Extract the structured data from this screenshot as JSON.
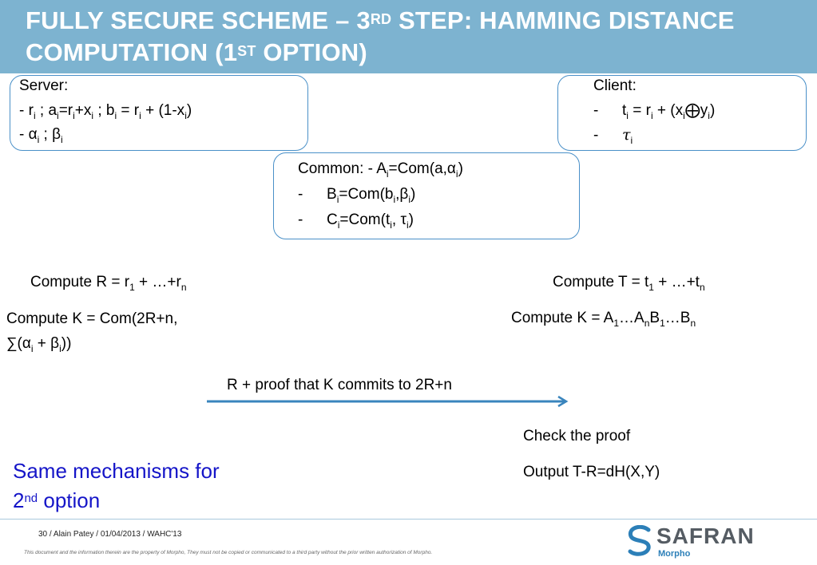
{
  "slide": {
    "title_part1": "FULLY SECURE SCHEME – 3",
    "title_sup1": "RD",
    "title_part2": " STEP: HAMMING DISTANCE COMPUTATION (1",
    "title_sup2": "ST",
    "title_part3": " OPTION)"
  },
  "server_box": {
    "heading": "Server:",
    "line1": "- r",
    "line1_sub1": "i",
    "line1_b": " ; a",
    "line1_sub2": "i",
    "line1_c": "=r",
    "line1_sub3": "i",
    "line1_d": "+x",
    "line1_sub4": "i",
    "line1_e": " ; b",
    "line1_sub5": "i",
    "line1_f": " = r",
    "line1_sub6": "i",
    "line1_g": " + (1-x",
    "line1_sub7": "i",
    "line1_h": ")",
    "line2": "- α",
    "line2_sub1": "i",
    "line2_b": " ; β",
    "line2_sub2": "i"
  },
  "client_box": {
    "heading": "Client:",
    "dash": "-",
    "line1": "t",
    "line1_sub1": "i",
    "line1_b": " = r",
    "line1_sub2": "i",
    "line1_c": " + (x",
    "line1_sub3": "i",
    "line1_d": "⨁y",
    "line1_sub4": "i",
    "line1_e": ")",
    "line2": "τ",
    "line2_sub1": "i"
  },
  "common_box": {
    "line1": "Common: -  A",
    "line1_sub1": "i",
    "line1_b": "=Com(a,α",
    "line1_sub2": "i",
    "line1_c": ")",
    "dash": "-",
    "line2": "B",
    "line2_sub1": "i",
    "line2_b": "=Com(b",
    "line2_sub2": "i",
    "line2_c": ",β",
    "line2_sub3": "i",
    "line2_d": ")",
    "line3": "C",
    "line3_sub1": "i",
    "line3_b": "=Com(t",
    "line3_sub2": "i",
    "line3_c": ", τ",
    "line3_sub3": "i",
    "line3_d": ")"
  },
  "server_steps": {
    "computeR": "Compute R = r",
    "computeR_sub1": "1",
    "computeR_b": " + …+r",
    "computeR_sub2": "n",
    "computeK_line1": "Compute K = Com(2R+n,",
    "computeK_line2": "∑(α",
    "computeK_sub1": "i",
    "computeK_line2_b": " + β",
    "computeK_sub2": "i",
    "computeK_line2_c": "))"
  },
  "client_steps": {
    "computeT": "Compute T = t",
    "computeT_sub1": "1",
    "computeT_b": " + …+t",
    "computeT_sub2": "n",
    "computeK": "Compute K = A",
    "computeK_sub1": "1",
    "computeK_b": "…A",
    "computeK_sub2": "n",
    "computeK_c": "B",
    "computeK_sub3": "1",
    "computeK_d": "…B",
    "computeK_sub4": "n",
    "check": "Check the proof",
    "output": "Output T-R=dH(X,Y)"
  },
  "message": {
    "label": "R + proof that K commits to 2R+n",
    "arrow_color": "#3a85bd"
  },
  "note": {
    "line1": "Same mechanisms for",
    "line2": "2",
    "line2_sup": "nd",
    "line2_b": " option",
    "color": "#1515c8"
  },
  "footer": {
    "info": "30 /   Alain Patey / 01/04/2013 / WAHC'13",
    "legal": "This document and the information therein are the property of Morpho, They must not be copied or communicated to a third party without the prior written authorization of Morpho.",
    "logo": "SAFRAN",
    "logo_sub": "Morpho"
  },
  "colors": {
    "header_bg": "#7db3d0",
    "box_border": "#4a90c8"
  }
}
